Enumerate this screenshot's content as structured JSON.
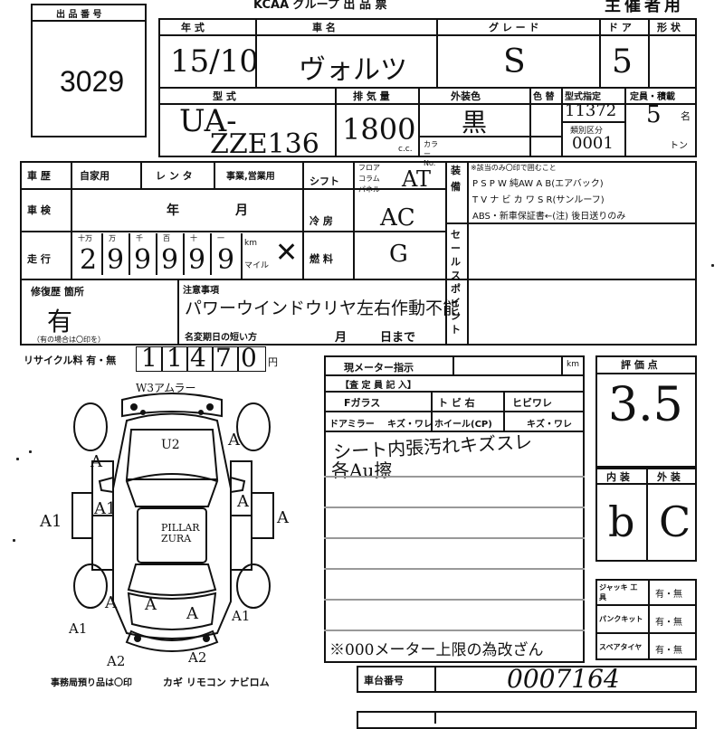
{
  "header": {
    "top_title": "KCAA グループ 出 品 票",
    "owner_copy": "主催者用",
    "lot_label": "出 品 番 号",
    "lot_number": "3029"
  },
  "labels": {
    "year": "年 式",
    "car_name": "車 名",
    "grade": "グ レ ー ド",
    "door": "ド ア",
    "body_type": "形 状",
    "model": "型 式",
    "displacement": "排 気 量",
    "cc": "c.c.",
    "exterior_color": "外装色",
    "color_no": "色 替",
    "model_designation": "型式指定",
    "class_code": "類別区分",
    "capacity": "定員・積載",
    "persons_unit": "名",
    "ton_unit": "トン",
    "color_no_small": "カラー No.",
    "history": "車 歴",
    "history_own": "自家用",
    "history_rental": "レ ン タ",
    "history_business": "事業,営業用",
    "inspection": "車 検",
    "inspection_year": "年",
    "inspection_month": "月",
    "mileage": "走 行",
    "mileage_units": [
      "十万",
      "万",
      "千",
      "百",
      "十",
      "一"
    ],
    "km": "km",
    "mile": "マイル",
    "shift": "シフト",
    "shift_floor": "フロア",
    "shift_column": "コラム",
    "shift_paddle": "パネル",
    "ac": "冷 房",
    "fuel": "燃 料",
    "equipment": "装 備",
    "equipment_note": "※該当のみ〇印で囲むこと",
    "equipment_line1": "P S  P W  純AW  A B(エアバック)",
    "equipment_line2": "T V  ナ ビ  カ ワ  S R(サンルーフ)",
    "equipment_line3": "ABS・新車保証書←(注) 後日送りのみ",
    "sell_point": "セールスポイント",
    "repair_history": "修復歴 箇所",
    "repair_note": "（有の場合は〇印を）",
    "notes": "注意事項",
    "registration_expiry": "名変期日の短い方",
    "reg_month": "月",
    "reg_day": "日まで",
    "recycle": "リサイクル料 有・無",
    "recycle_unit": "円",
    "current_meter": "現メーター指示",
    "inspector_header": "【査 定 員 記 入】",
    "f_glass": "Fガラス",
    "tobi_migi": "ト ビ 右",
    "hibi_ware": "ヒビワレ",
    "door_mirror": "ドアミラー",
    "kizu_ware": "キズ・ワレ",
    "wheel": "ホイール(CP)",
    "kizu_ware2": "キズ・ワレ",
    "score": "評 価 点",
    "interior": "内 装",
    "exterior": "外 装",
    "jack": "ジャッキ 工 具",
    "puncture_kit": "パンクキット",
    "spare_tire": "スペアタイヤ",
    "yes_no": "有・無",
    "chassis_no": "車台番号",
    "office_items": "事務局預り品は〇印",
    "office_list": "カギ  リモコン  ナビロム"
  },
  "values": {
    "year": "15/10",
    "car_name": "ヴォルツ",
    "grade": "S",
    "doors": "5",
    "model_prefix": "UA-",
    "model_code": "ZZE136",
    "displacement": "1800",
    "color": "黒",
    "model_designation": "11372",
    "class_code": "0001",
    "capacity": "5",
    "mileage_digits": [
      "2",
      "9",
      "9",
      "9",
      "9",
      "9"
    ],
    "shift": "AT",
    "ac": "AC",
    "fuel": "G",
    "repair": "有",
    "notes": "パワーウインドウリヤ左右作動不能",
    "recycle_digits": [
      "1",
      "1",
      "4",
      "7",
      "0"
    ],
    "score": "3.5",
    "interior": "b",
    "exterior": "C",
    "sell_point_line1": "シート内張汚れキズスレ",
    "sell_point_line2": "各Au擦",
    "meter_note": "※000メーター上限の為改ざん",
    "chassis_no": "0007164",
    "diagram_top_note": "W3アムラー",
    "diagram_u2": "U2",
    "diagram_pillar": "PILLAR ZURA",
    "marks": [
      "A",
      "A",
      "A1",
      "A1",
      "A",
      "A",
      "A",
      "A",
      "A",
      "A1",
      "A1",
      "A2",
      "A2"
    ]
  }
}
